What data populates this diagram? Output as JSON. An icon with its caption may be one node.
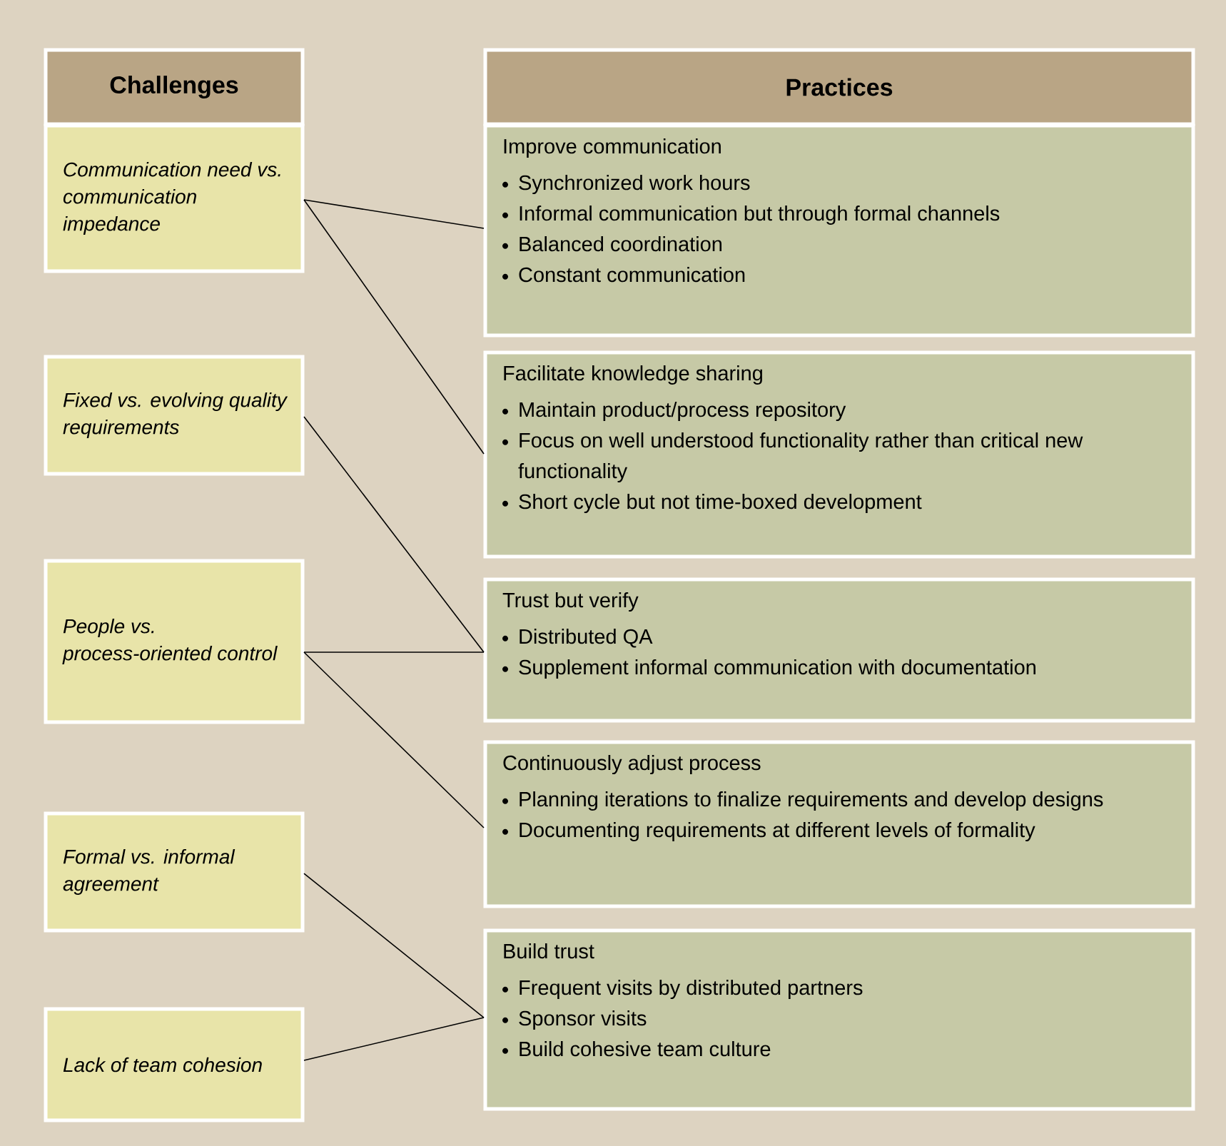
{
  "diagram": {
    "nodes": [
      {
        "text": [
          "Challenges"
        ]
      },
      {
        "text": [
          "Practices"
        ]
      },
      {
        "text": [
          "Communication need vs. communication impedance"
        ]
      },
      {
        "text": [
          "Fixed vs. evolving quality requirements"
        ]
      },
      {
        "text": [
          "People vs. process-oriented control"
        ]
      },
      {
        "text": [
          "Formal vs. informal agreement"
        ]
      },
      {
        "text": [
          "Lack of team cohesion"
        ]
      },
      {
        "text": [
          "Improve communication",
          "Synchronized work hours",
          "Informal communication but through formal channels",
          "Balanced coordination",
          "Constant communication"
        ]
      },
      {
        "text": [
          "Facilitate knowledge sharing",
          "Maintain product/process repository",
          "Focus on well understood functionality rather than critical new functionality",
          "Short cycle but not time-boxed development"
        ]
      },
      {
        "text": [
          "Trust but verify",
          "Distributed QA",
          "Supplement informal communication with documentation"
        ]
      },
      {
        "text": [
          "Continuously adjust process",
          "Planning iterations to finalize requirements and develop designs",
          "Documenting requirements at different levels of formality"
        ]
      },
      {
        "text": [
          "Build trust",
          "Frequent visits by distributed partners",
          "Sponsor visits",
          "Build cohesive team culture"
        ]
      }
    ],
    "edges": [
      {
        "from": 2,
        "to": 7,
        "arrow": "none"
      },
      {
        "from": 2,
        "to": 8,
        "arrow": "none"
      },
      {
        "from": 3,
        "to": 9,
        "arrow": "none"
      },
      {
        "from": 4,
        "to": 9,
        "arrow": "none"
      },
      {
        "from": 4,
        "to": 10,
        "arrow": "none"
      },
      {
        "from": 5,
        "to": 11,
        "arrow": "none"
      },
      {
        "from": 6,
        "to": 11,
        "arrow": "none"
      }
    ]
  }
}
